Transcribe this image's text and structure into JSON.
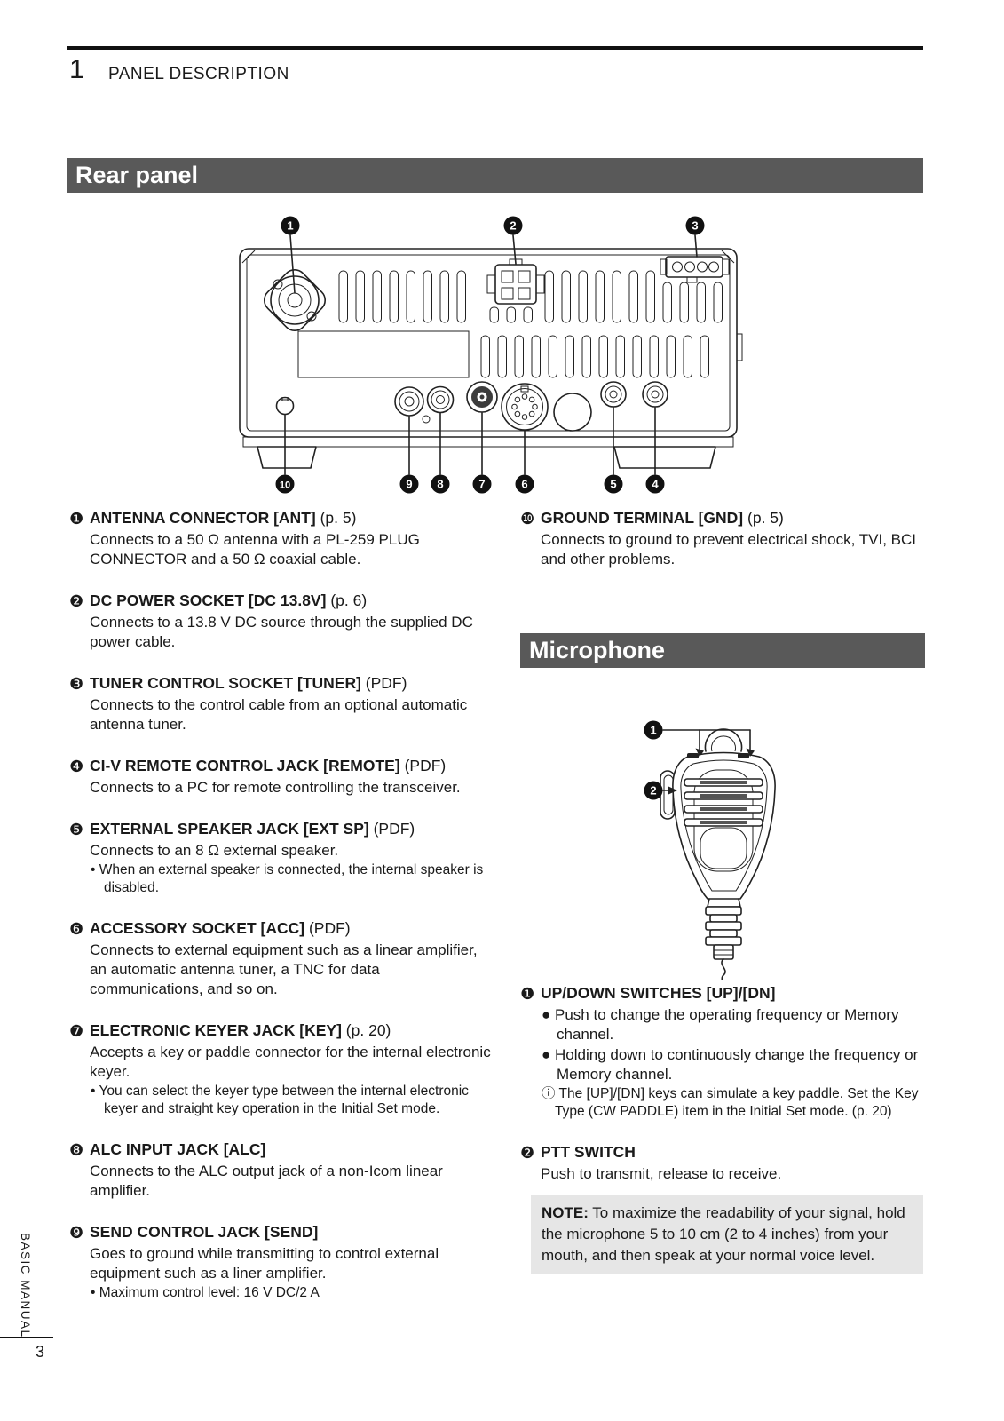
{
  "page": {
    "chapter_number": "1",
    "chapter_title": "PANEL DESCRIPTION",
    "sidebar_label": "BASIC MANUAL",
    "page_number": "3"
  },
  "colors": {
    "banner_bg": "#595959",
    "note_bg": "#e6e6e6",
    "ink": "#1a1a1a"
  },
  "rear_panel": {
    "banner": "Rear panel",
    "callouts": [
      "1",
      "2",
      "3",
      "4",
      "5",
      "6",
      "7",
      "8",
      "9",
      "10"
    ],
    "items": [
      {
        "num": "❶",
        "title": "ANTENNA CONNECTOR [ANT]",
        "ref": "(p. 5)",
        "body": "Connects to a 50 Ω antenna with a PL-259 PLUG CONNECTOR and a 50 Ω coaxial cable."
      },
      {
        "num": "❷",
        "title": "DC POWER SOCKET [DC 13.8V]",
        "ref": "(p. 6)",
        "body": "Connects to a 13.8 V DC source through the supplied DC power cable."
      },
      {
        "num": "❸",
        "title": "TUNER CONTROL SOCKET [TUNER]",
        "ref": "(PDF)",
        "body": "Connects to the control cable from an optional automatic antenna tuner."
      },
      {
        "num": "❹",
        "title": "CI-V REMOTE CONTROL JACK [REMOTE]",
        "ref": "(PDF)",
        "body": "Connects to a PC for remote controlling the transceiver."
      },
      {
        "num": "❺",
        "title": "EXTERNAL SPEAKER JACK [EXT SP]",
        "ref": "(PDF)",
        "body": "Connects to an 8 Ω external speaker.",
        "bullet_marker": "•",
        "bullet": "When an external speaker is connected, the internal speaker is disabled."
      },
      {
        "num": "❻",
        "title": "ACCESSORY SOCKET [ACC]",
        "ref": "(PDF)",
        "body": "Connects to external equipment such as a linear amplifier, an automatic antenna tuner, a TNC for data communications, and so on."
      },
      {
        "num": "❼",
        "title": "ELECTRONIC KEYER JACK [KEY]",
        "ref": "(p. 20)",
        "body": "Accepts a key or paddle connector for the internal electronic keyer.",
        "bullet_marker": "•",
        "bullet": "You can select the keyer type between the internal electronic keyer and straight key operation in the Initial Set mode."
      },
      {
        "num": "❽",
        "title": "ALC INPUT JACK [ALC]",
        "ref": "",
        "body": "Connects to the ALC output jack of a non-Icom linear amplifier."
      },
      {
        "num": "❾",
        "title": "SEND CONTROL JACK [SEND]",
        "ref": "",
        "body": "Goes to ground while transmitting to control external equipment such as a liner amplifier.",
        "bullet_marker": "•",
        "bullet": "Maximum control level: 16 V DC/2 A"
      },
      {
        "num": "❿",
        "title": "GROUND TERMINAL [GND]",
        "ref": "(p. 5)",
        "body": "Connects to ground to prevent electrical shock, TVI, BCI and other problems."
      }
    ]
  },
  "microphone": {
    "banner": "Microphone",
    "callouts": [
      "1",
      "2"
    ],
    "items": [
      {
        "num": "❶",
        "title": "UP/DOWN SWITCHES [UP]/[DN]",
        "ref": "",
        "bullets": [
          {
            "marker": "●",
            "text": "Push to change the operating frequency or Memory channel."
          },
          {
            "marker": "●",
            "text": "Holding down to continuously change the frequency or Memory channel."
          },
          {
            "marker": "ⓘ",
            "text": "The [UP]/[DN] keys can simulate a key paddle. Set the Key Type (CW PADDLE) item in the Initial Set mode. (p. 20)"
          }
        ]
      },
      {
        "num": "❷",
        "title": "PTT SWITCH",
        "ref": "",
        "body": "Push to transmit, release to receive."
      }
    ]
  },
  "note": {
    "label": "NOTE:",
    "text": " To maximize the readability of your signal, hold the microphone 5 to 10 cm (2 to 4 inches) from your mouth, and then speak at your normal voice level."
  }
}
